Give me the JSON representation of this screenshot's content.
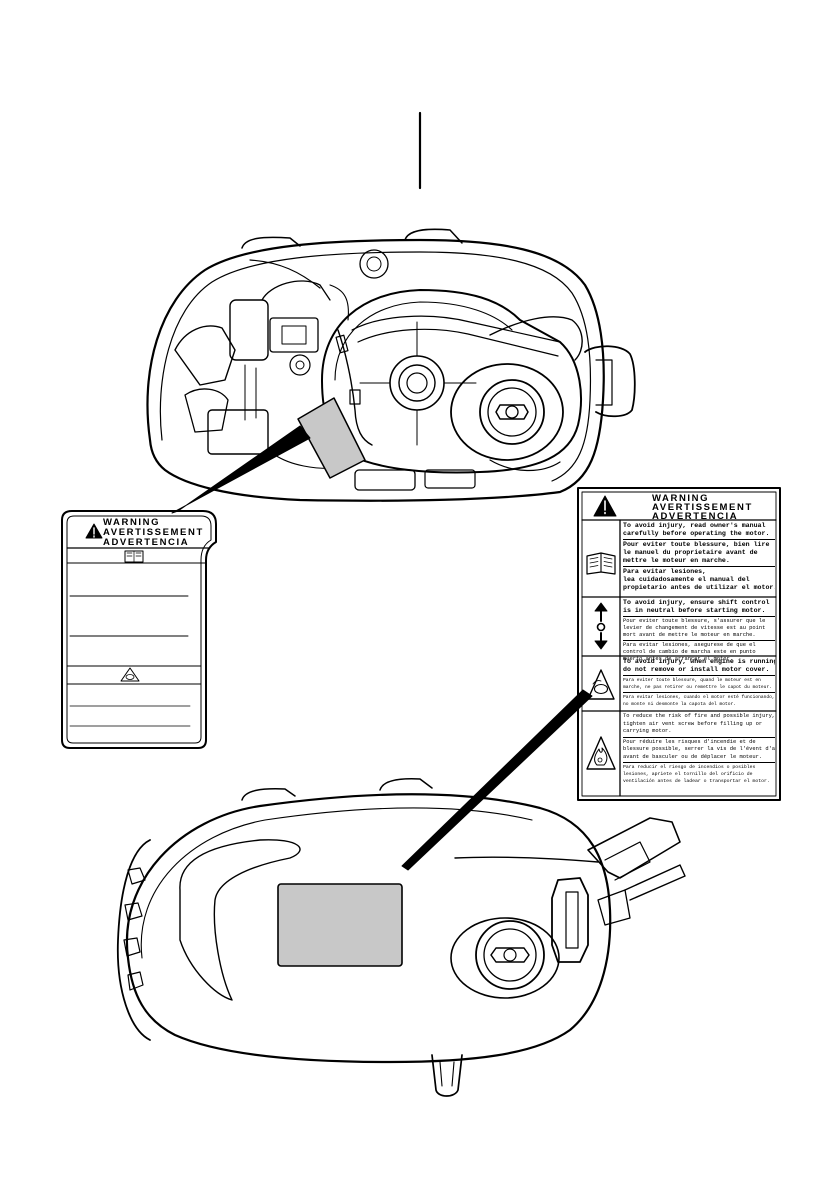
{
  "label_small": {
    "header": [
      "WARNING",
      "AVERTISSEMENT",
      "ADVERTENCIA"
    ],
    "icons": [
      "book-icon",
      "engine-cover-warning-icon"
    ]
  },
  "label_large": {
    "header": [
      "WARNING",
      "AVERTISSEMENT",
      "ADVERTENCIA"
    ],
    "sections": [
      {
        "icon": "book-icon",
        "en": [
          "To avoid injury, read owner's manual",
          "carefully before operating the motor."
        ],
        "fr": [
          "Pour eviter toute blessure, bien lire",
          "le manuel du proprietaire avant de",
          "mettre le moteur en marche."
        ],
        "es": [
          "Para evitar lesiones,",
          "lea cuidadosamente el manual del",
          "propietario antes de utilizar el motor."
        ]
      },
      {
        "icon": "shift-neutral-icon",
        "en": [
          "To avoid injury, ensure shift control",
          "is in neutral before starting motor."
        ],
        "fr": [
          "Pour eviter toute blessure, s'assurer que le",
          "levier de changement de vitesse est au point",
          "mort avant de mettre le moteur en marche."
        ],
        "es": [
          "Para evitar lesiones, asegurese de que el",
          "control de cambio de marcha este en punto",
          "muerto antes de arrancar el motor."
        ]
      },
      {
        "icon": "engine-cover-warning-icon",
        "en": [
          "To avoid injury, when engine is running,",
          "do not remove or install motor cover."
        ],
        "fr": [
          "Para eviter toute blessure, quand le moteur est en",
          "marche, ne pas retirer ou remettre le capot du moteur."
        ],
        "es": [
          "Para evitar lesiones, cuando el motor esté funcionando,",
          "no monte ni desmonte la capota del motor."
        ]
      },
      {
        "icon": "fire-hazard-icon",
        "en": [
          "To reduce the risk of fire and possible injury,",
          "tighten air vent screw before filling up or",
          "carrying motor."
        ],
        "fr": [
          "Pour réduire les risques d'incendie et de",
          "blessure possible, serrer la vis de l'évent d'air",
          "avant de basculer ou de déplacer le moteur."
        ],
        "es": [
          "Para reducir el riesgo de incendios o posibles",
          "lesiones, apriete el tornillo del orificio de",
          "ventilación antes de ladear o transportar el motor."
        ]
      }
    ]
  }
}
